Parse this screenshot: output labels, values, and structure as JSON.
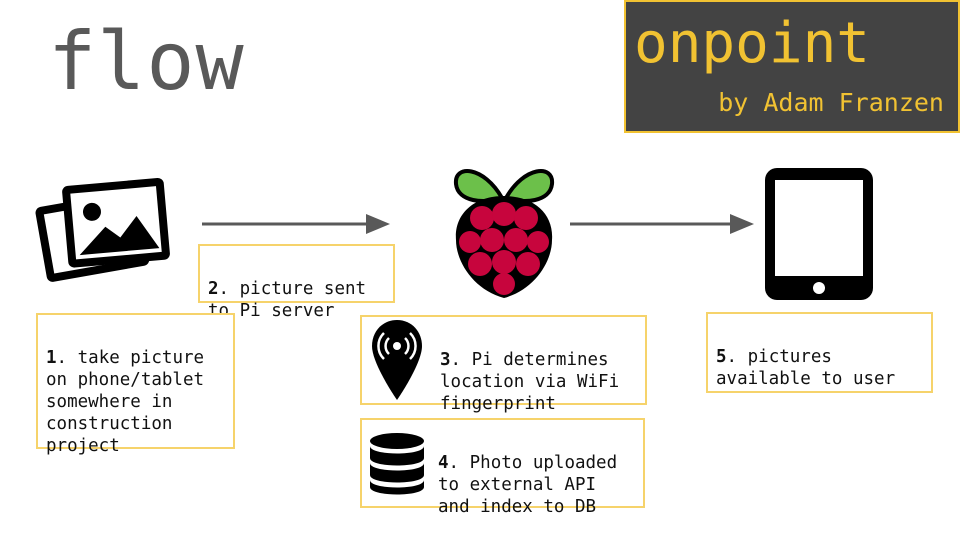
{
  "header": {
    "title": "flow",
    "brand_name": "onpoint",
    "brand_byline": "by Adam Franzen"
  },
  "steps": [
    {
      "num": "1",
      "text": ". take picture\non phone/tablet\nsomewhere in\nconstruction\nproject"
    },
    {
      "num": "2",
      "text": ". picture sent\nto Pi server"
    },
    {
      "num": "3",
      "text": ". Pi determines\nlocation via WiFi\nfingerprint"
    },
    {
      "num": "4",
      "text": ". Photo uploaded\nto external API\nand index to DB"
    },
    {
      "num": "5",
      "text": ". pictures\navailable to user"
    }
  ],
  "icons": {
    "photos": "photo-stack-icon",
    "raspberry_pi": "raspberry-pi-icon",
    "tablet": "tablet-icon",
    "location": "wifi-location-pin-icon",
    "database": "database-icon"
  },
  "colors": {
    "accent": "#f1c232",
    "box_border": "#f6d36b",
    "brand_bg": "#434343",
    "title": "#595959",
    "arrow": "#595959",
    "raspberry_red": "#c7053d",
    "leaf_green": "#6cc04a"
  }
}
